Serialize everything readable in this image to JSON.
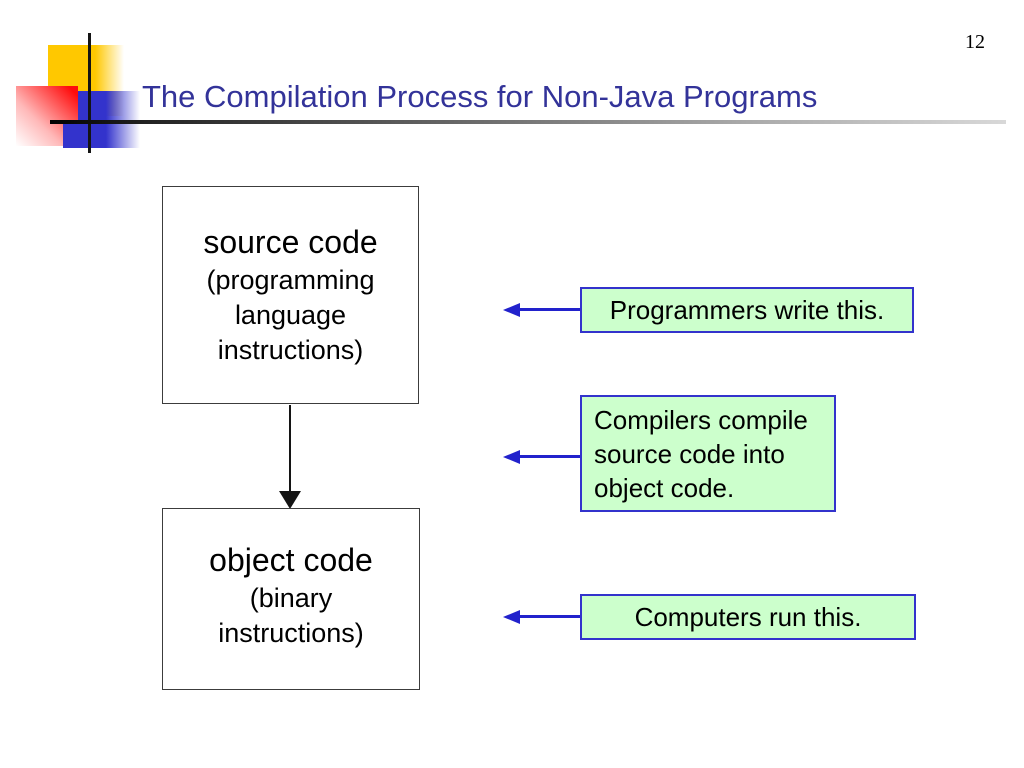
{
  "slide": {
    "page_number": "12",
    "title": "The Compilation Process for Non-Java Programs"
  },
  "diagram": {
    "source_box": {
      "title": "source code",
      "subtitle": "(programming language instructions)"
    },
    "object_box": {
      "title": "object code",
      "subtitle": "(binary instructions)"
    },
    "callouts": [
      {
        "text": "Programmers write this."
      },
      {
        "text": "Compilers compile source code into object code."
      },
      {
        "text": "Computers run this."
      }
    ]
  },
  "icons": {
    "connector": "arrow-down-icon",
    "callout_pointer": "arrow-left-icon"
  },
  "colors": {
    "title_text": "#333399",
    "callout_fill": "#ccffcc",
    "callout_border": "#3333cc",
    "arrow_blue": "#2222cc",
    "box_border": "#3c3c3c",
    "logo_yellow": "#ffc800",
    "logo_red": "#ff0c0c",
    "logo_blue": "#3333cc",
    "connector_black": "#141414"
  }
}
